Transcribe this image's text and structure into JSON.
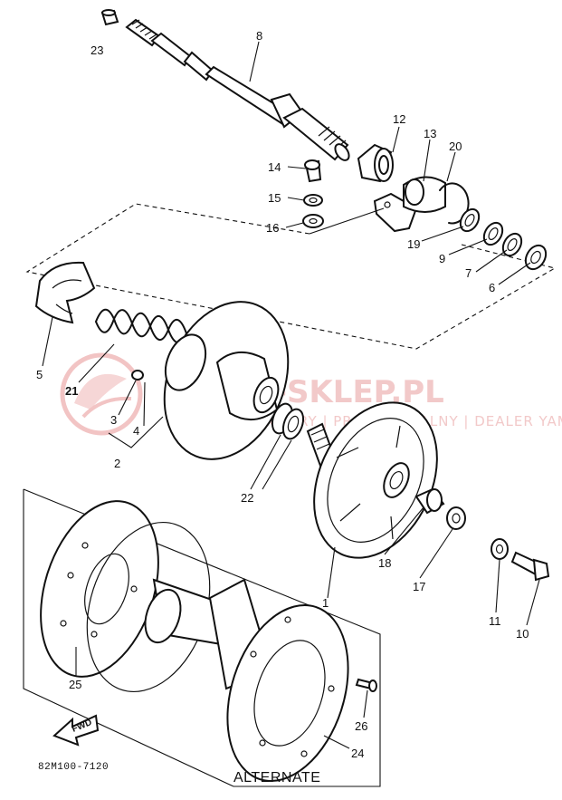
{
  "watermark": {
    "title": "YAMA-SKLEP.PL",
    "subtitle": "WODNE | SKUTERY | PROFESJONALNY | DEALER YAMAHA"
  },
  "drawing_code": "82M100-7120",
  "alternate_label": "ALTERNATE",
  "fwd_label": "FWD",
  "callouts": {
    "p1": "1",
    "p2": "2",
    "p3": "3",
    "p4": "4",
    "p5": "5",
    "p6": "6",
    "p7": "7",
    "p8": "8",
    "p9": "9",
    "p10": "10",
    "p11": "11",
    "p12": "12",
    "p13": "13",
    "p14": "14",
    "p15": "15",
    "p16": "16",
    "p17": "17",
    "p18": "18",
    "p19": "19",
    "p20": "20",
    "p21": "21",
    "p22": "22",
    "p23": "23",
    "p24": "24",
    "p25": "25",
    "p26": "26"
  }
}
